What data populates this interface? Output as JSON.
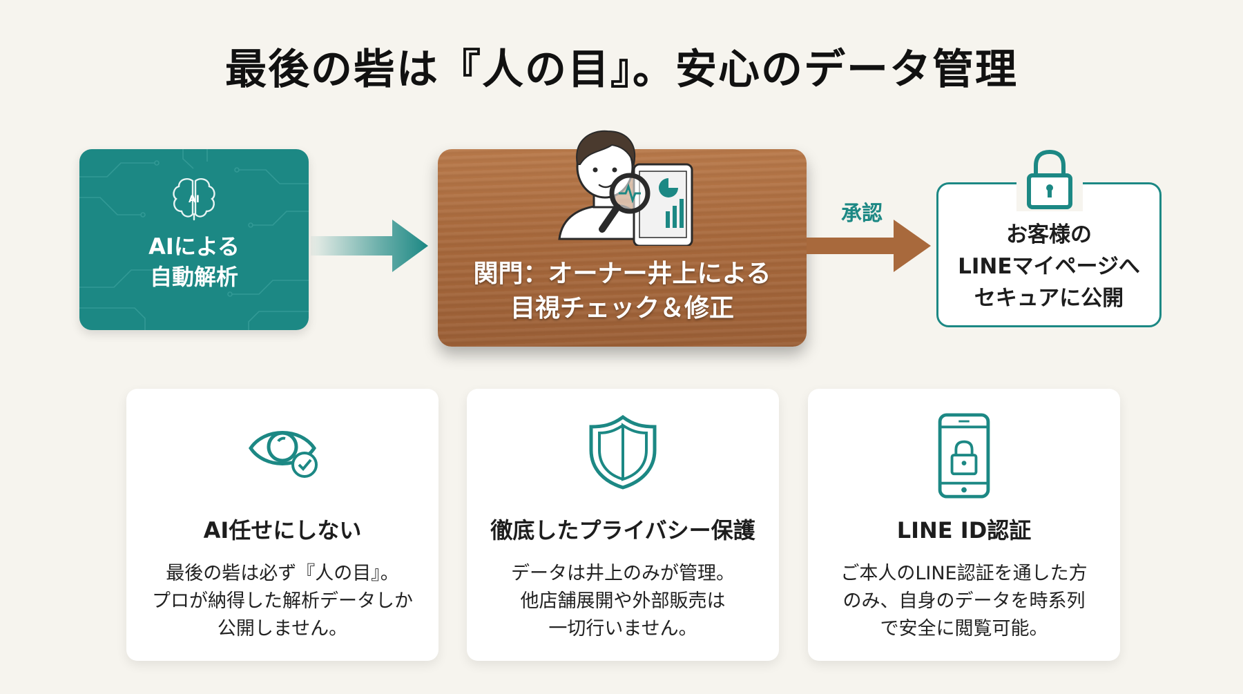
{
  "title": "最後の砦は『人の目』。安心のデータ管理",
  "flow": {
    "ai_step": {
      "lines": [
        "AIによる",
        "自動解析"
      ],
      "icon": "brain-ai-icon",
      "icon_text": "AI"
    },
    "review_step": {
      "lines": [
        "関門：オーナー井上による",
        "目視チェック＆修正"
      ],
      "icon": "reviewer-with-magnifier-icon"
    },
    "approval_label": "承認",
    "publish_step": {
      "lines": [
        "お客様の",
        "LINEマイページへ",
        "セキュアに公開"
      ],
      "icon": "lock-icon"
    }
  },
  "cards": [
    {
      "icon": "eye-check-icon",
      "title": "AI任せにしない",
      "lines": [
        "最後の砦は必ず『人の目』。",
        "プロが納得した解析データしか",
        "公開しません。"
      ]
    },
    {
      "icon": "shield-icon",
      "title": "徹底したプライバシー保護",
      "lines": [
        "データは井上のみが管理。",
        "他店舗展開や外部販売は",
        "一切行いません。"
      ]
    },
    {
      "icon": "smartphone-lock-icon",
      "title": "LINE ID認証",
      "lines": [
        "ご本人のLINE認証を通した方",
        "のみ、自身のデータを時系列",
        "で安全に閲覧可能。"
      ]
    }
  ],
  "colors": {
    "teal": "#1c8884",
    "wood": "#a8693c",
    "background": "#f6f4ee"
  }
}
